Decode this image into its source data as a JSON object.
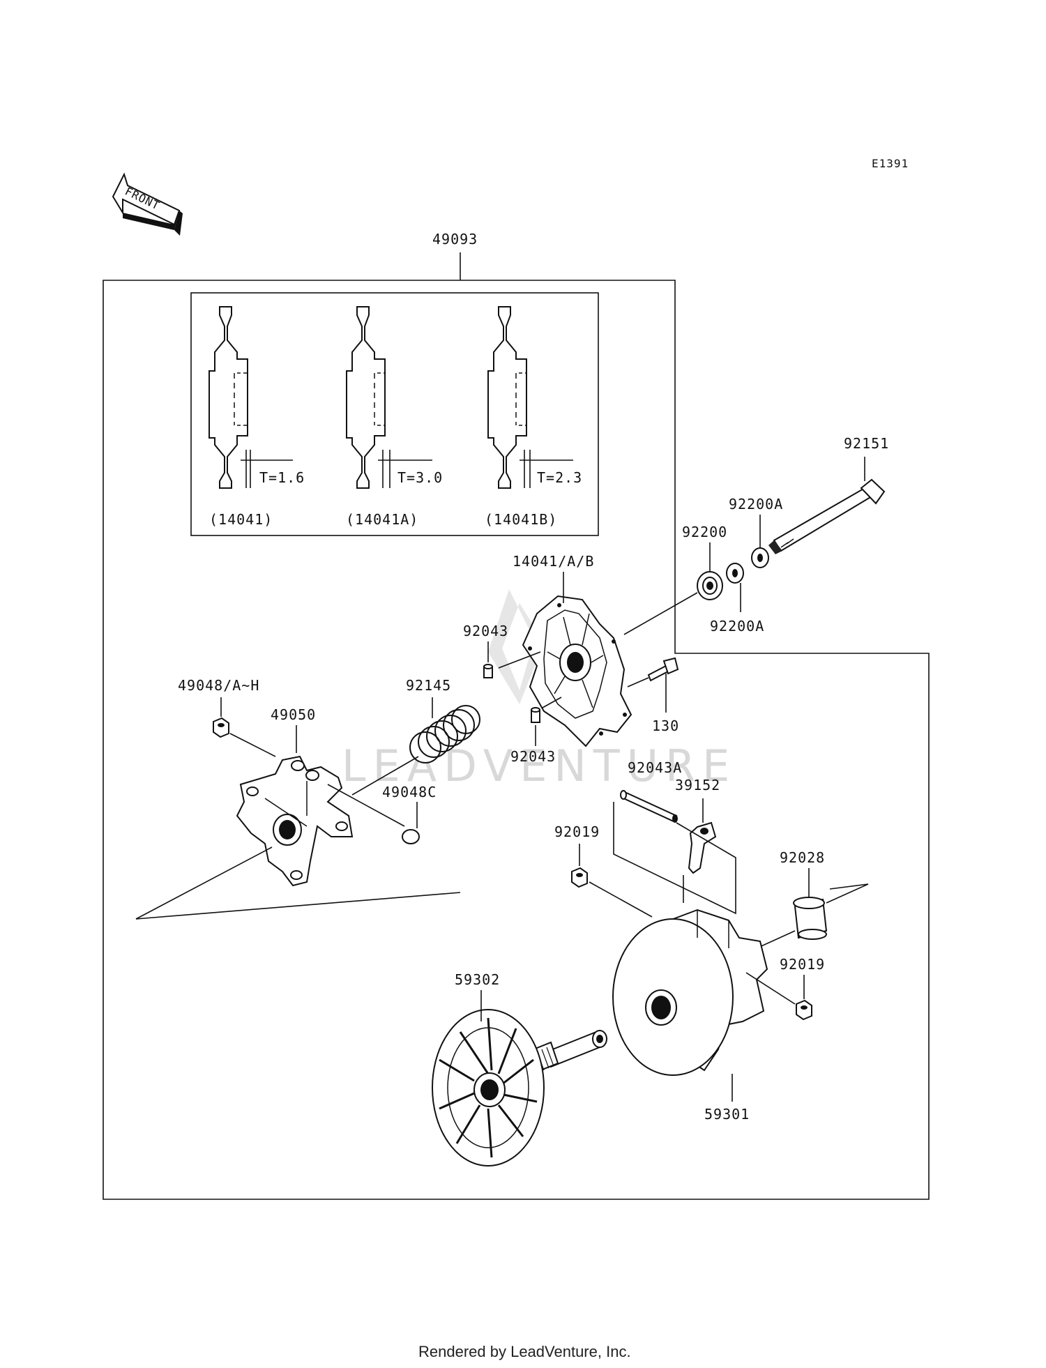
{
  "diagram": {
    "code": "E1391",
    "front_label": "FRONT",
    "watermark": "LEADVENTURE",
    "footer": "Rendered by LeadVenture, Inc.",
    "callouts": {
      "c49093": "49093",
      "c92151": "92151",
      "c92200A_top": "92200A",
      "c92200": "92200",
      "c92200A_bottom": "92200A",
      "c14041AB": "14041/A/B",
      "c92043_top": "92043",
      "c92043_bottom": "92043",
      "c130": "130",
      "c92145": "92145",
      "c49048AH": "49048/A~H",
      "c49050": "49050",
      "c49048C": "49048C",
      "c92043A": "92043A",
      "c39152": "39152",
      "c92019_left": "92019",
      "c92028": "92028",
      "c92019_right": "92019",
      "c59302": "59302",
      "c59301": "59301"
    },
    "inset": {
      "variants": [
        {
          "thickness": "T=1.6",
          "part": "(14041)"
        },
        {
          "thickness": "T=3.0",
          "part": "(14041A)"
        },
        {
          "thickness": "T=2.3",
          "part": "(14041B)"
        }
      ]
    }
  }
}
